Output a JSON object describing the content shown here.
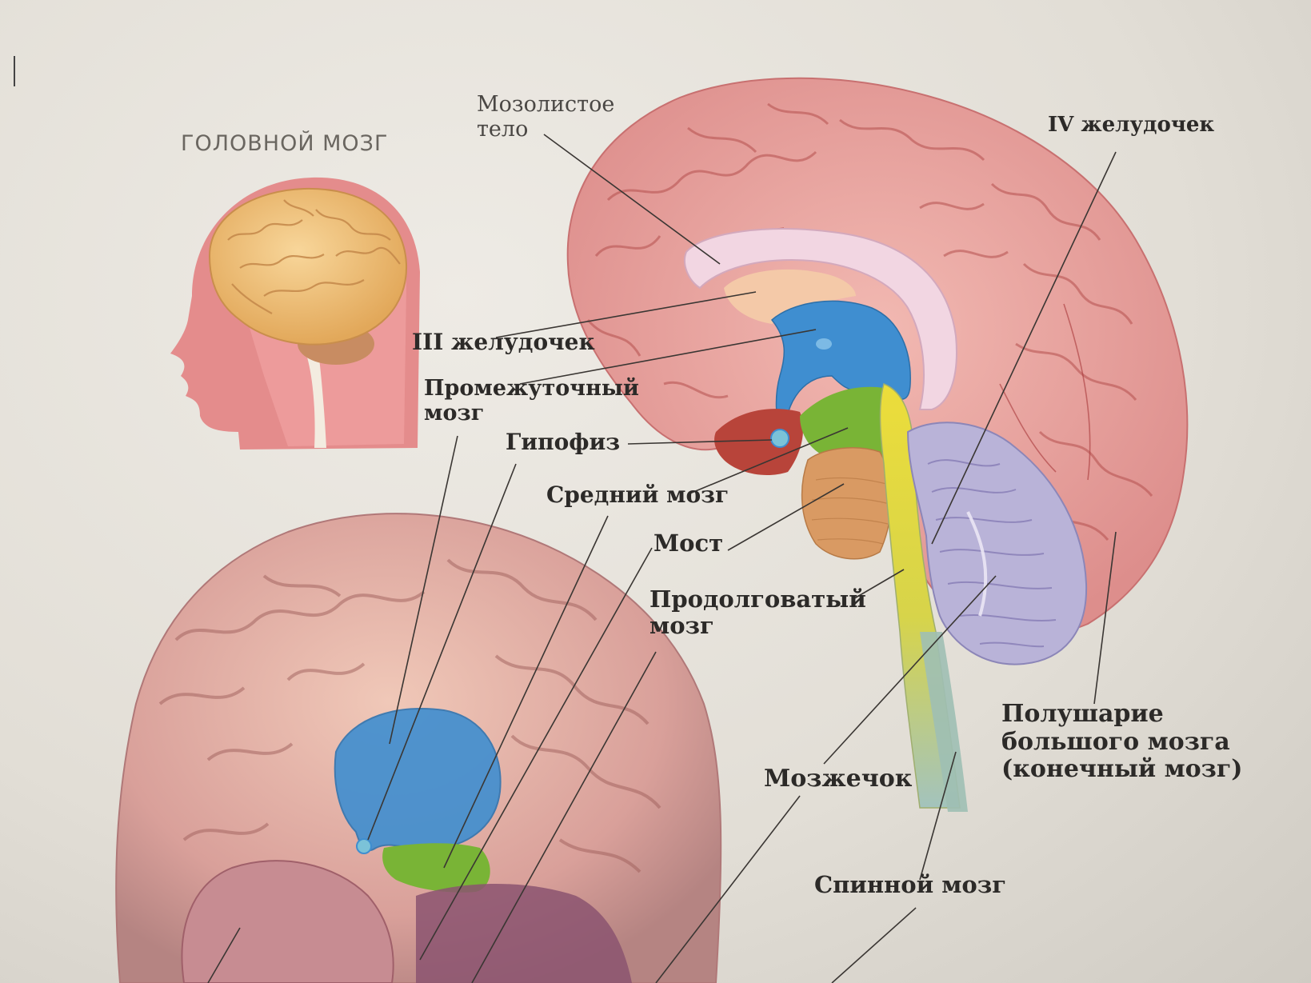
{
  "title": "ГОЛОВНОЙ МОЗГ",
  "labels": {
    "corpus": "Мозолистое\nтело",
    "ventricle4": "IV желудочек",
    "ventricle3": "III желудочек",
    "diencephalon": "Промежуточный\nмозг",
    "pituitary": "Гипофиз",
    "midbrain": "Средний мозг",
    "pons": "Мост",
    "medulla": "Продолговатый\nмозг",
    "hemisphere": "Полушарие\nбольшого мозга\n(конечный мозг)",
    "cerebellum": "Мозжечок",
    "spinal": "Спинной мозг"
  },
  "colors": {
    "cortex": "#e9a8a4",
    "corpus": "#f2d6e2",
    "thalamus": "#f4c9a8",
    "ventricle": "#3f8ed0",
    "midbrain": "#79b436",
    "pons": "#d99a63",
    "medulla": "#ecdd3a",
    "cerebellum": "#b9b3d8",
    "spinal": "#a9c5b8",
    "head": "#e48c8c",
    "brain_small": "#f0c27a"
  }
}
